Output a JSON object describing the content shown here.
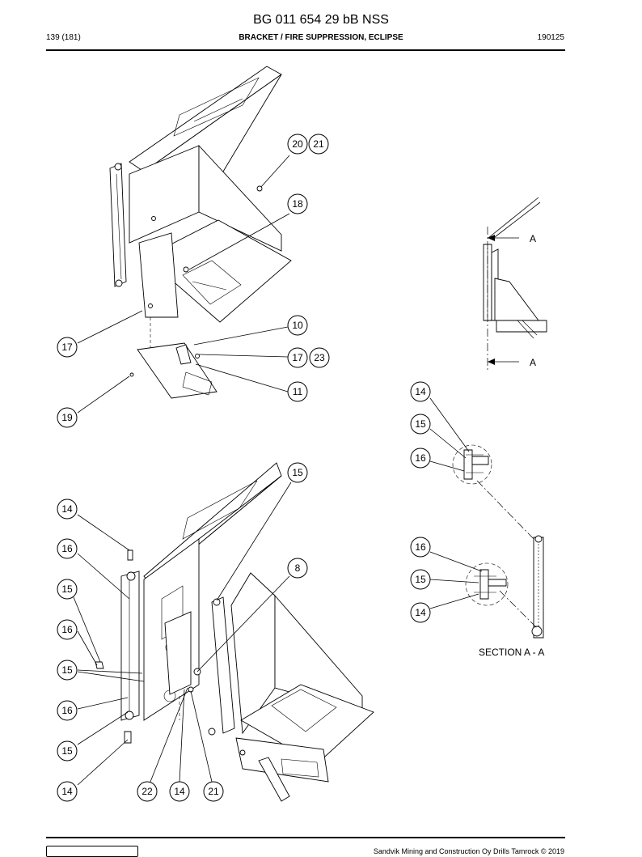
{
  "header": {
    "doc_number": "BG 011 654 29 bB NSS",
    "page": "139 (181)",
    "title": "BRACKET / FIRE SUPPRESSION, ECLIPSE",
    "date": "190125"
  },
  "callouts": {
    "c20": "20",
    "c21a": "21",
    "c18": "18",
    "c10": "10",
    "c17a": "17",
    "c17b": "17",
    "c23": "23",
    "c11": "11",
    "c19": "19",
    "c15a": "15",
    "c14a": "14",
    "c16a": "16",
    "c15b": "15",
    "c16b": "16",
    "c15c": "15",
    "c16c": "16",
    "c15d": "15",
    "c14b": "14",
    "c8": "8",
    "c22": "22",
    "c14c": "14",
    "c21b": "21",
    "s14a": "14",
    "s15a": "15",
    "s16a": "16",
    "s16b": "16",
    "s15b": "15",
    "s14b": "14"
  },
  "section": {
    "marker_top": "A",
    "marker_bottom": "A",
    "label": "SECTION A - A"
  },
  "footer": {
    "copyright": "Sandvik Mining and Construction Oy Drills Tamrock © 2019"
  }
}
